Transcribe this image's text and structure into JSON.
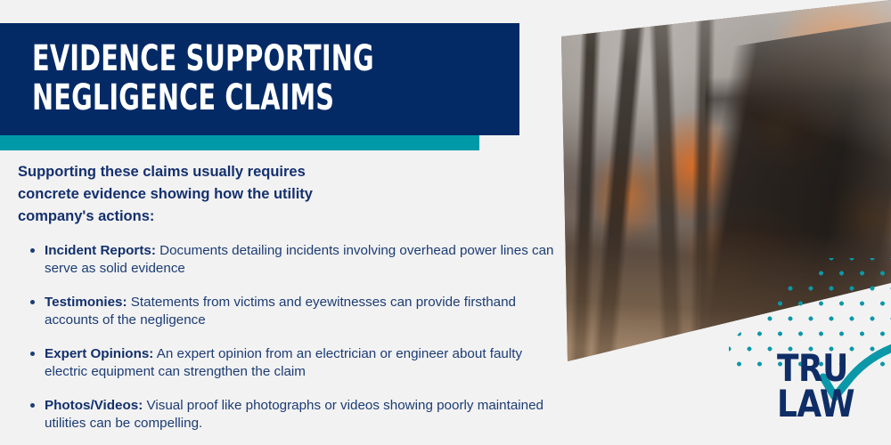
{
  "colors": {
    "navy": "#042a66",
    "navy_text": "#14306e",
    "teal": "#0099a8",
    "background": "#f2f2f2",
    "white": "#ffffff",
    "body_text": "#1c3c74"
  },
  "header": {
    "title": "EVIDENCE SUPPORTING\nNEGLIGENCE CLAIMS",
    "title_line_1": "EVIDENCE SUPPORTING",
    "title_line_2": "NEGLIGENCE CLAIMS"
  },
  "intro": {
    "text": "Supporting these claims usually requires\nconcrete evidence showing how the utility\ncompany's actions:"
  },
  "evidence_list": [
    {
      "label": "Incident Reports:",
      "description": "Documents detailing incidents involving overhead power lines can serve as solid evidence"
    },
    {
      "label": "Testimonies:",
      "description": "Statements from victims and eyewitnesses can provide firsthand accounts of the negligence"
    },
    {
      "label": "Expert Opinions:",
      "description": "An expert opinion from an electrician or engineer about faulty electric equipment can strengthen the claim"
    },
    {
      "label": "Photos/Videos:",
      "description": "Visual proof like photographs or videos showing poorly maintained utilities can be compelling."
    }
  ],
  "photo": {
    "alt": "burning-building-fire-photo"
  },
  "decoration": {
    "dot_pattern": "teal-halftone-dots"
  },
  "logo": {
    "line_1": "TRU",
    "line_2": "LAW",
    "checkmark": "teal-checkmark"
  }
}
